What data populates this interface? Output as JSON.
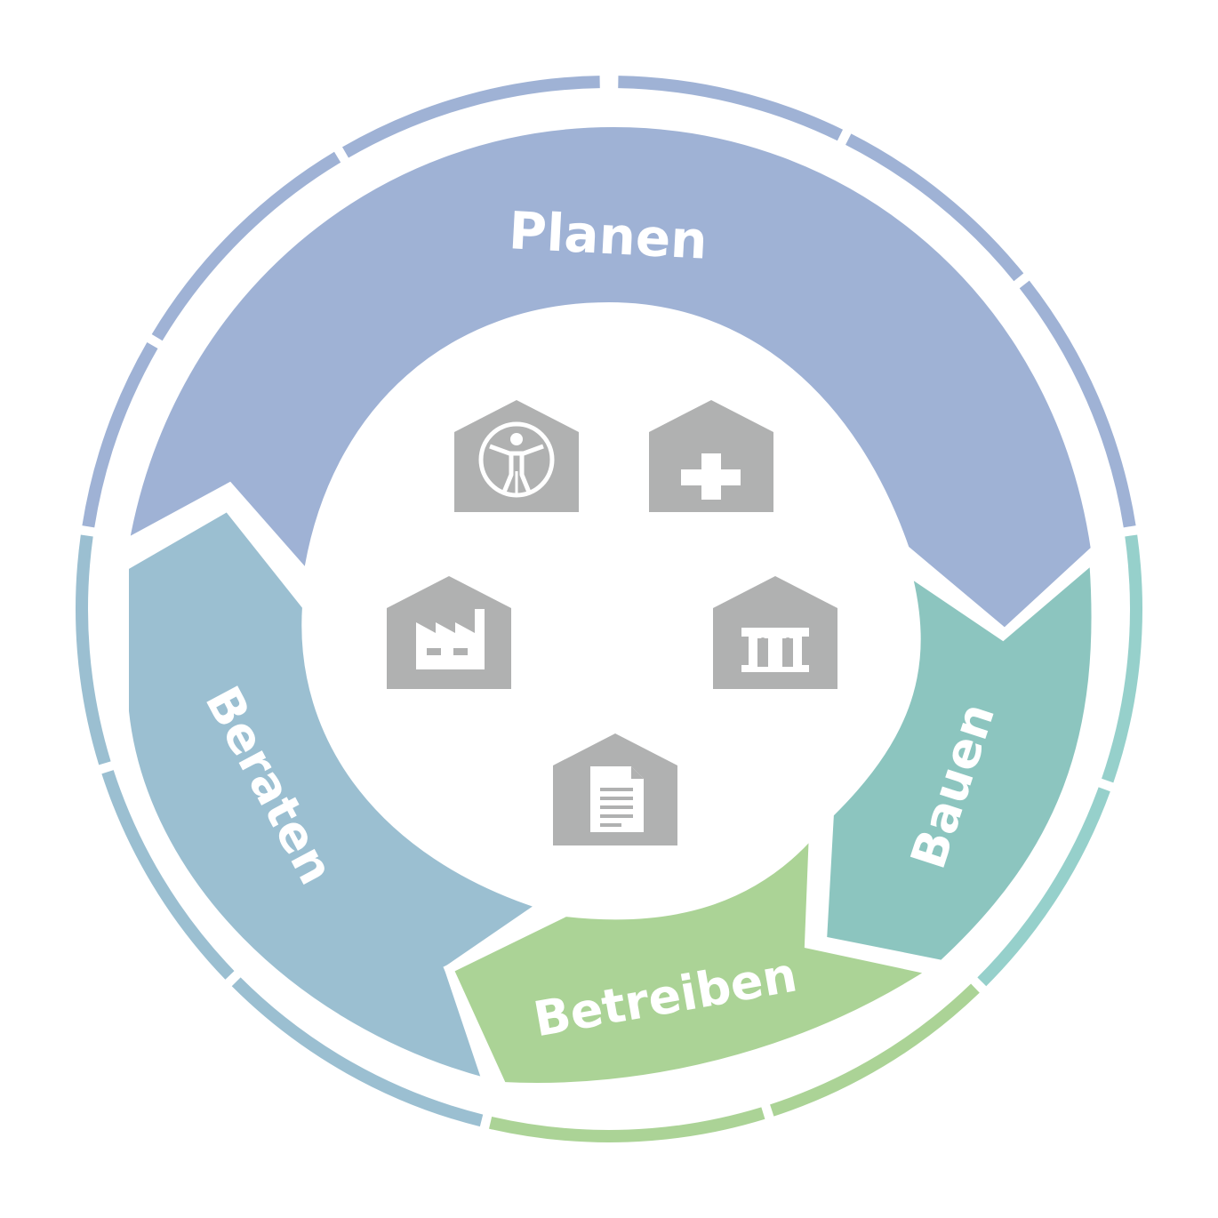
{
  "colors": {
    "planen": "#9fb2d5",
    "bauen": "#8cc5bf",
    "betreiben": "#abd396",
    "beraten": "#9bbfd1",
    "ring_planen": "#9fb2d5",
    "ring_bauen": "#96d0cb",
    "ring_betreiben": "#abd396",
    "ring_beraten": "#9bbfd1",
    "icon_gray": "#b0b1b1",
    "background": "#ffffff"
  },
  "segments": {
    "planen": "Planen",
    "bauen": "Bauen",
    "betreiben": "Betreiben",
    "beraten": "Beraten"
  },
  "icons": [
    "vitruvian-man-building-icon",
    "medical-cross-building-icon",
    "factory-building-icon",
    "museum-building-icon",
    "document-building-icon"
  ]
}
